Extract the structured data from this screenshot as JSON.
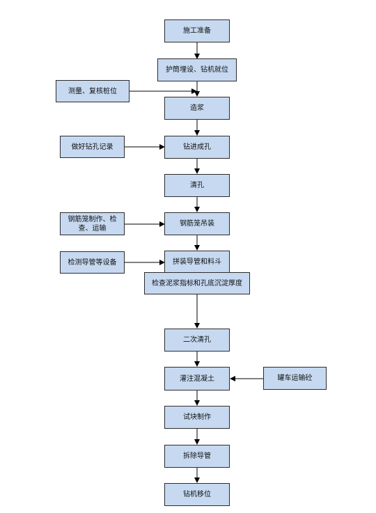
{
  "nodes": {
    "prep": "施工准备",
    "casing": "护筒埋设、钻机就位",
    "survey": "测量、复核桩位",
    "slurry": "造浆",
    "drill_record": "做好钻孔记录",
    "drill": "钻进成孔",
    "clean": "清孔",
    "cage_make": "钢筋笼制作、检查、运输",
    "cage_lift": "钢筋笼吊装",
    "pipe_check": "检测导管等设备",
    "pipe_assemble": "拼装导管和料斗",
    "mud_check": "检查泥浆指标和孔底沉淀厚度",
    "clean2": "二次清孔",
    "truck": "罐车运输砼",
    "pour": "灌注混凝土",
    "test_block": "试块制作",
    "remove_pipe": "拆除导管",
    "move_rig": "钻机移位"
  },
  "colors": {
    "box_fill": "#c6d9f1",
    "line": "#000000"
  }
}
